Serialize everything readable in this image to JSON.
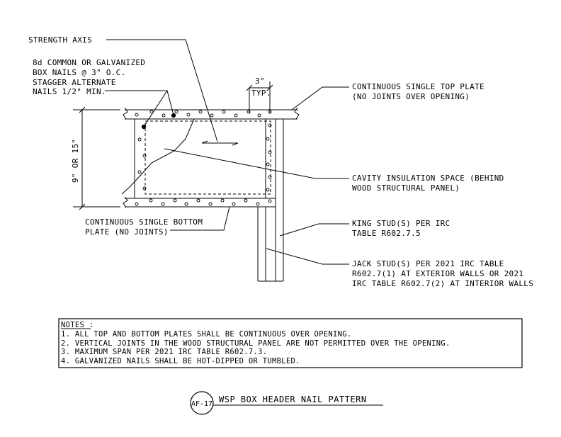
{
  "labels": {
    "strength_axis": "STRENGTH AXIS",
    "nails": [
      "8d COMMON OR GALVANIZED",
      "BOX NAILS @ 3\" O.C.",
      "STAGGER ALTERNATE",
      "NAILS 1/2\" MIN."
    ],
    "spacing_dim": "3\"",
    "typ": "TYP.",
    "height_dim": "9\" OR 15\"",
    "top_plate": [
      "CONTINUOUS SINGLE TOP PLATE",
      "(NO JOINTS OVER OPENING)"
    ],
    "bottom_plate": [
      "CONTINUOUS SINGLE BOTTOM",
      "PLATE (NO JOINTS)"
    ],
    "cavity": [
      "CAVITY INSULATION SPACE (BEHIND",
      "WOOD STRUCTURAL PANEL)"
    ],
    "king_stud": [
      "KING STUD(S) PER IRC",
      "TABLE R602.7.5"
    ],
    "jack_stud": [
      "JACK STUD(S) PER 2021 IRC TABLE",
      "R602.7(1) AT EXTERIOR WALLS OR 2021",
      "IRC TABLE R602.7(2) AT INTERIOR WALLS"
    ]
  },
  "notes": {
    "heading": "NOTES :",
    "items": [
      "1.  ALL TOP AND BOTTOM PLATES SHALL BE CONTINUOUS OVER OPENING.",
      "2.  VERTICAL JOINTS IN THE WOOD STRUCTURAL PANEL ARE NOT PERMITTED OVER THE OPENING.",
      "3.  MAXIMUM SPAN PER 2021 IRC TABLE R602.7.3.",
      "4.  GALVANIZED NAILS SHALL BE HOT-DIPPED OR TUMBLED."
    ]
  },
  "title": {
    "tag": "AF-17",
    "text": "WSP BOX HEADER NAIL PATTERN"
  }
}
